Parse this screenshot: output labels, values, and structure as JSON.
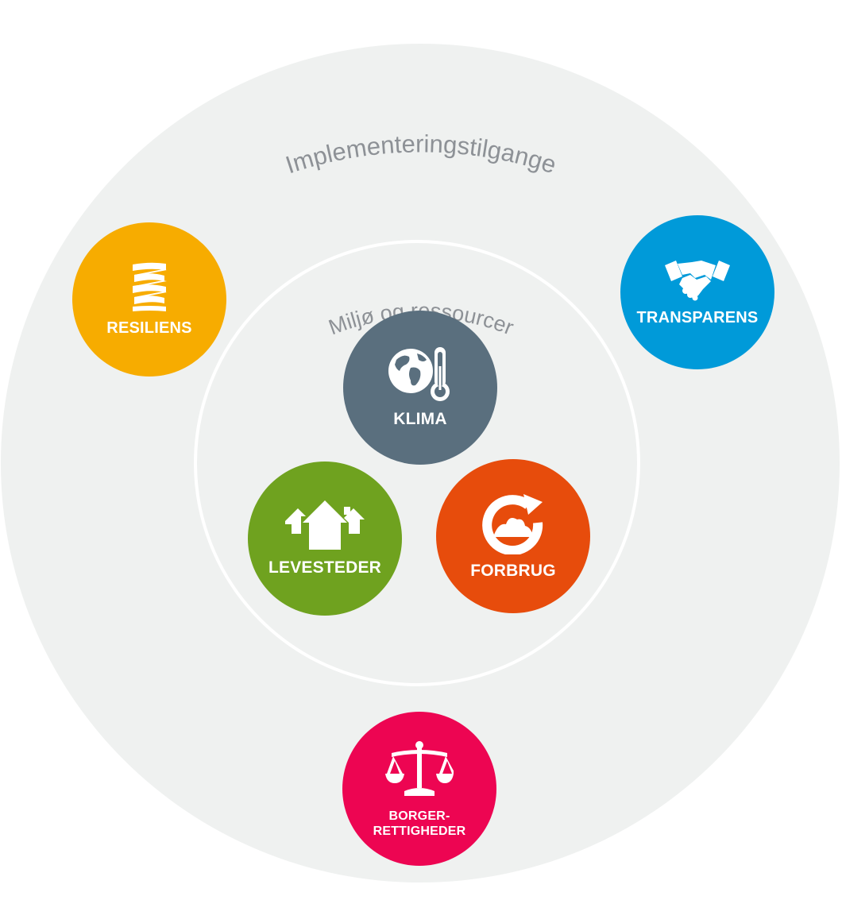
{
  "outer_label": "Implementeringstilgange",
  "inner_label": "Miljø og ressourcer",
  "colors": {
    "outer_ring": "#eff1f0",
    "inner_ring_border": "#ffffff",
    "ring_text": "#8d9196",
    "resiliens": "#f7ac00",
    "transparens": "#009ad9",
    "klima": "#5a6f7e",
    "levesteder": "#6fa21f",
    "forbrug": "#e74c0c",
    "borgerrettigheder": "#ed0552"
  },
  "badges": {
    "resiliens": {
      "label": "RESILIENS",
      "icon": "spring-coil-icon"
    },
    "transparens": {
      "label": "TRANSPARENS",
      "icon": "handshake-icon"
    },
    "klima": {
      "label": "KLIMA",
      "icon": "globe-thermometer-icon"
    },
    "levesteder": {
      "label": "LEVESTEDER",
      "icon": "houses-icon"
    },
    "forbrug": {
      "label": "FORBRUG",
      "icon": "recycle-arrow-icon"
    },
    "borgerrettigheder": {
      "label_line1": "BORGER-",
      "label_line2": "RETTIGHEDER",
      "icon": "scales-icon"
    }
  }
}
